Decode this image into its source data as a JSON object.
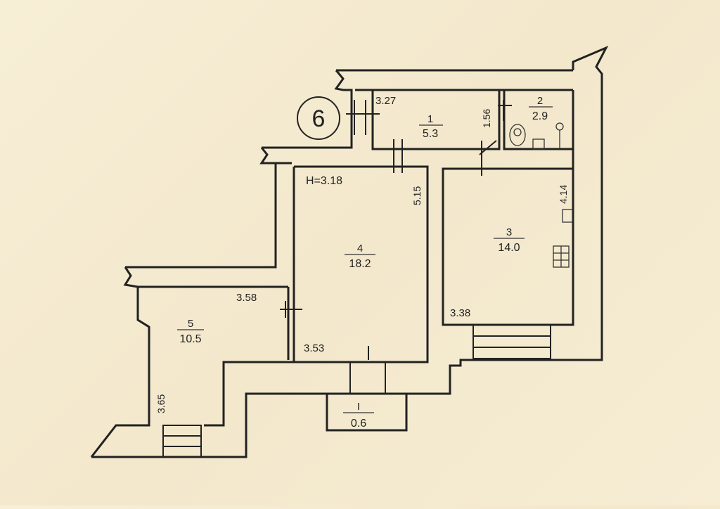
{
  "plan": {
    "apartment_number": "6",
    "ceiling_height": "H=3.18",
    "rooms": [
      {
        "number": "1",
        "area": "5.3"
      },
      {
        "number": "2",
        "area": "2.9"
      },
      {
        "number": "3",
        "area": "14.0"
      },
      {
        "number": "4",
        "area": "18.2"
      },
      {
        "number": "5",
        "area": "10.5"
      },
      {
        "number": "I",
        "area": "0.6"
      }
    ],
    "dimensions": {
      "room1_top": "3.27",
      "room1_side": "1.56",
      "room4_side": "5.15",
      "room4_bottom": "3.53",
      "room3_side": "4.14",
      "room3_bottom": "3.38",
      "room5_top": "3.58",
      "room5_side": "3.65"
    }
  }
}
